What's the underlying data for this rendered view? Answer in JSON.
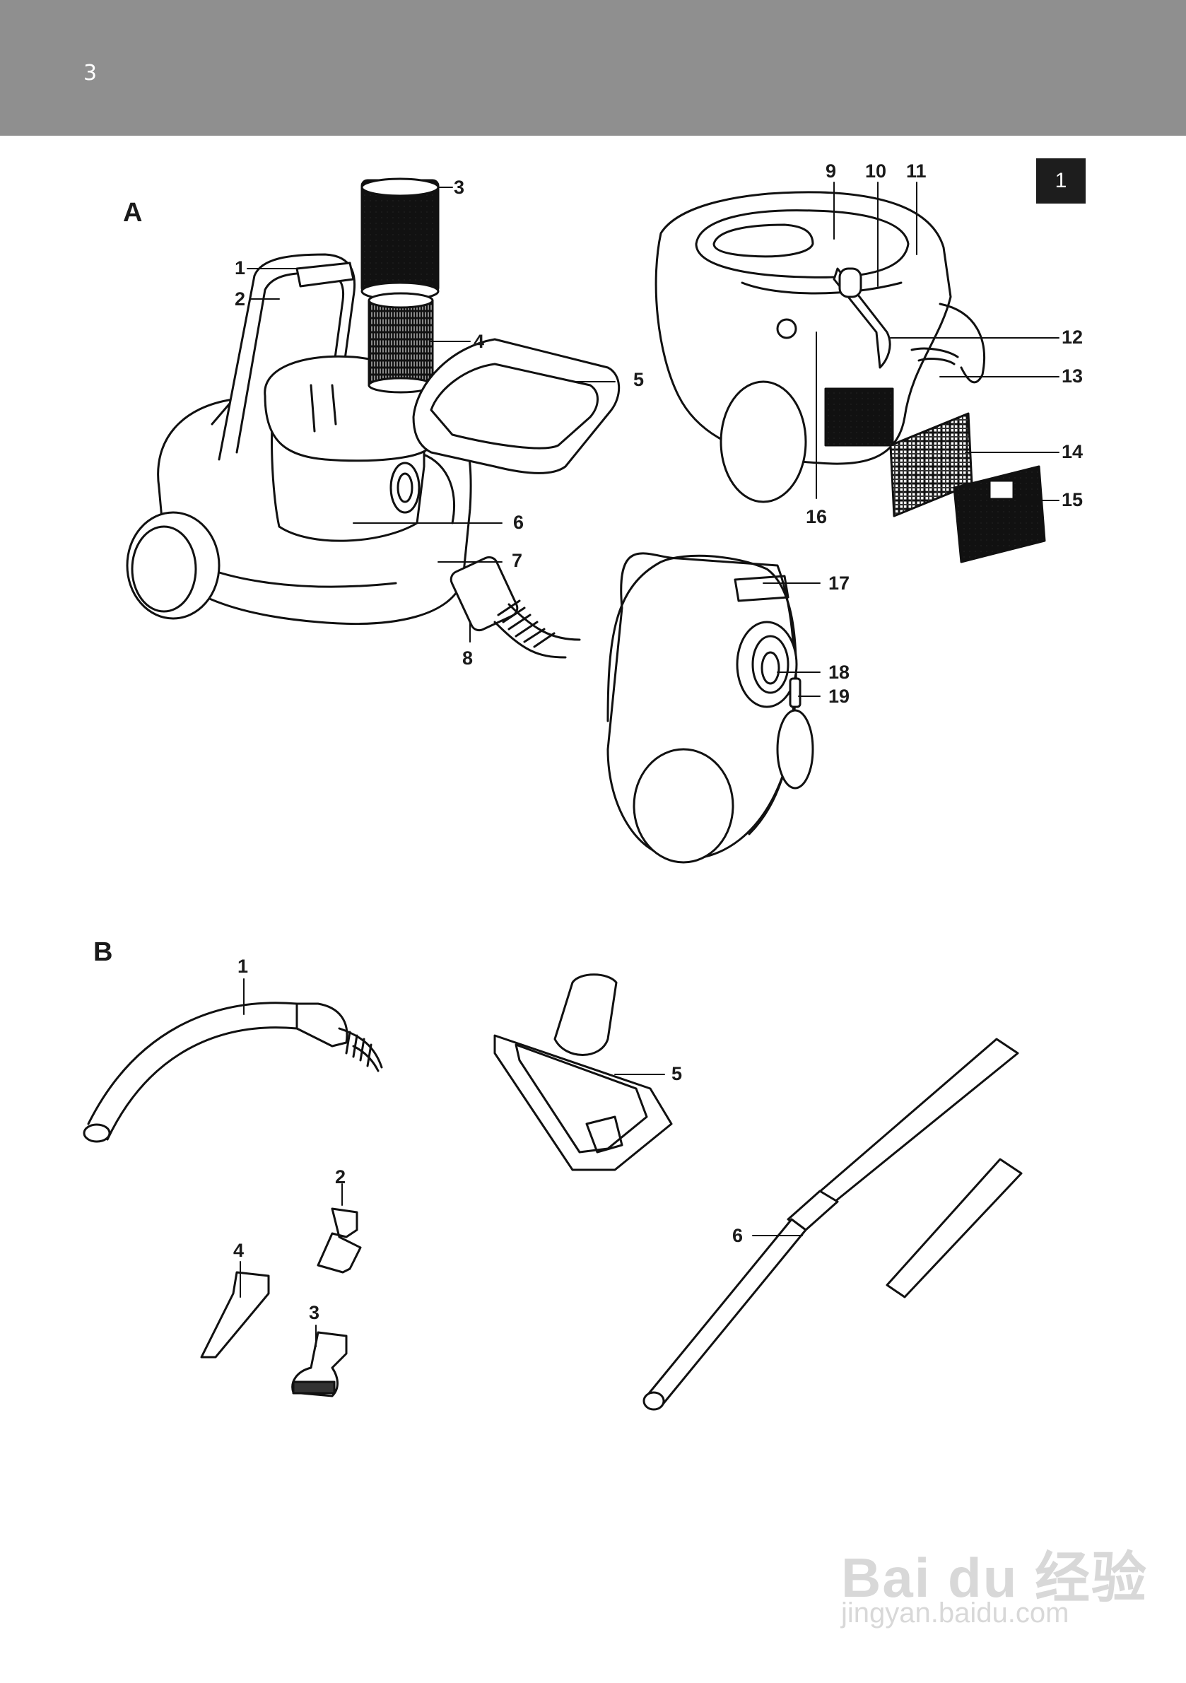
{
  "page": {
    "number": "3",
    "tab": "1"
  },
  "sections": {
    "a": "A",
    "b": "B"
  },
  "fig_a_labels": [
    "1",
    "2",
    "3",
    "4",
    "5",
    "6",
    "7",
    "8",
    "9",
    "10",
    "11",
    "12",
    "13",
    "14",
    "15",
    "16",
    "17",
    "18",
    "19"
  ],
  "fig_b_labels": [
    "1",
    "2",
    "3",
    "4",
    "5",
    "6"
  ],
  "watermark": {
    "logo": "Bai du 经验",
    "url": "jingyan.baidu.com"
  }
}
